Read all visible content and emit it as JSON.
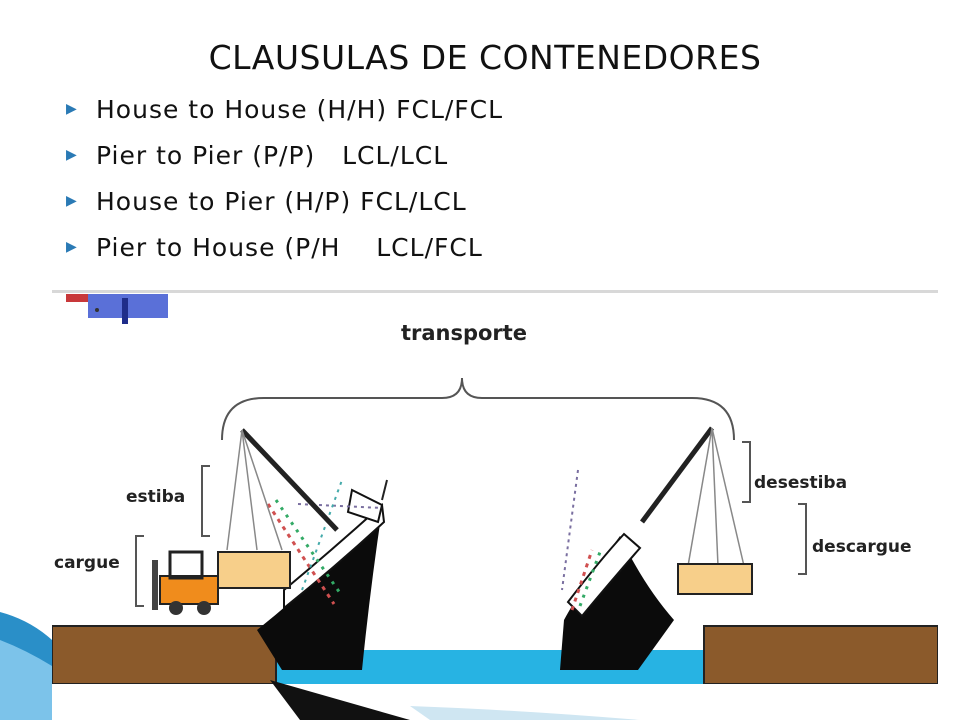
{
  "title": "CLAUSULAS DE CONTENEDORES",
  "bullets": [
    "House to House (H/H) FCL/FCL",
    "Pier to Pier (P/P)   LCL/LCL",
    "House to Pier (H/P) FCL/LCL",
    "Pier to House (P/H    LCL/FCL"
  ],
  "figure": {
    "labels": {
      "transport": "transporte",
      "stowage": "estiba",
      "loading": "cargue",
      "unstowage": "desestiba",
      "unloading": "descargue"
    }
  },
  "colors": {
    "bullet_accent": "#2a7ab5",
    "dock": "#8b5a2b",
    "water": "#27b3e3",
    "hull": "#0b0b0b",
    "container": "#f7cf8a",
    "forklift": "#f08c1c"
  }
}
